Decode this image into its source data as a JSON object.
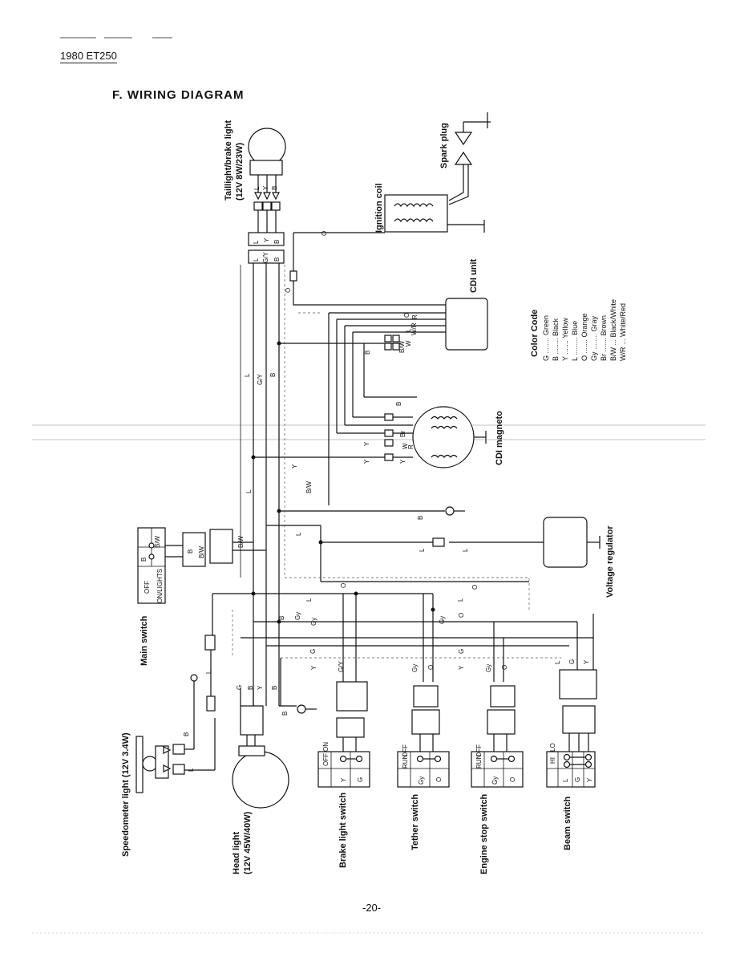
{
  "header": {
    "model": "1980 ET250",
    "title": "F.  WIRING DIAGRAM"
  },
  "footer": {
    "page_number": "-20-"
  },
  "components": {
    "taillight": {
      "label": "Taillight/brake light",
      "rating": "(12V 8W/23W)"
    },
    "spark_plug": {
      "label": "Spark plug"
    },
    "ignition_coil": {
      "label": "Ignition coil"
    },
    "cdi_unit": {
      "label": "CDI unit"
    },
    "cdi_magneto": {
      "label": "CDI magneto"
    },
    "voltage_regulator": {
      "label": "Voltage regulator"
    },
    "main_switch": {
      "label": "Main switch",
      "positions": [
        "OFF",
        "ON/LIGHTS"
      ],
      "wires": [
        "B/W",
        "B"
      ]
    },
    "speedometer_light": {
      "label": "Speedometer light (12V 3.4W)"
    },
    "head_light": {
      "label": "Head light",
      "rating": "(12V 45W/40W)"
    },
    "brake_light_switch": {
      "label": "Brake light switch",
      "positions": [
        "OFF",
        "ON"
      ],
      "wires": [
        "Y",
        "G"
      ]
    },
    "tether_switch": {
      "label": "Tether switch",
      "positions": [
        "RUN",
        "OFF"
      ],
      "wires": [
        "Gy",
        "O"
      ]
    },
    "engine_stop_switch": {
      "label": "Engine stop switch",
      "positions": [
        "RUN",
        "OFF"
      ],
      "wires": [
        "Gy",
        "O"
      ]
    },
    "beam_switch": {
      "label": "Beam switch",
      "positions": [
        "HI",
        "LO"
      ],
      "wires": [
        "L",
        "G",
        "Y"
      ]
    }
  },
  "color_code": {
    "title": "Color Code",
    "items": [
      {
        "code": "G",
        "name": "Green"
      },
      {
        "code": "B",
        "name": "Black"
      },
      {
        "code": "Y",
        "name": "Yellow"
      },
      {
        "code": "L",
        "name": "Blue"
      },
      {
        "code": "O",
        "name": "Orange"
      },
      {
        "code": "Gy",
        "name": "Gray"
      },
      {
        "code": "Br",
        "name": "Brown"
      },
      {
        "code": "B/W",
        "name": "Black/White"
      },
      {
        "code": "W/R",
        "name": "White/Red"
      }
    ]
  },
  "wire_labels": {
    "l": "L",
    "y": "Y",
    "b": "B",
    "gy_slash": "G/Y",
    "o": "O",
    "bw": "B/W",
    "g": "G",
    "gy": "Gy",
    "br": "Br",
    "w": "W",
    "r": "R",
    "wr": "W/R"
  }
}
